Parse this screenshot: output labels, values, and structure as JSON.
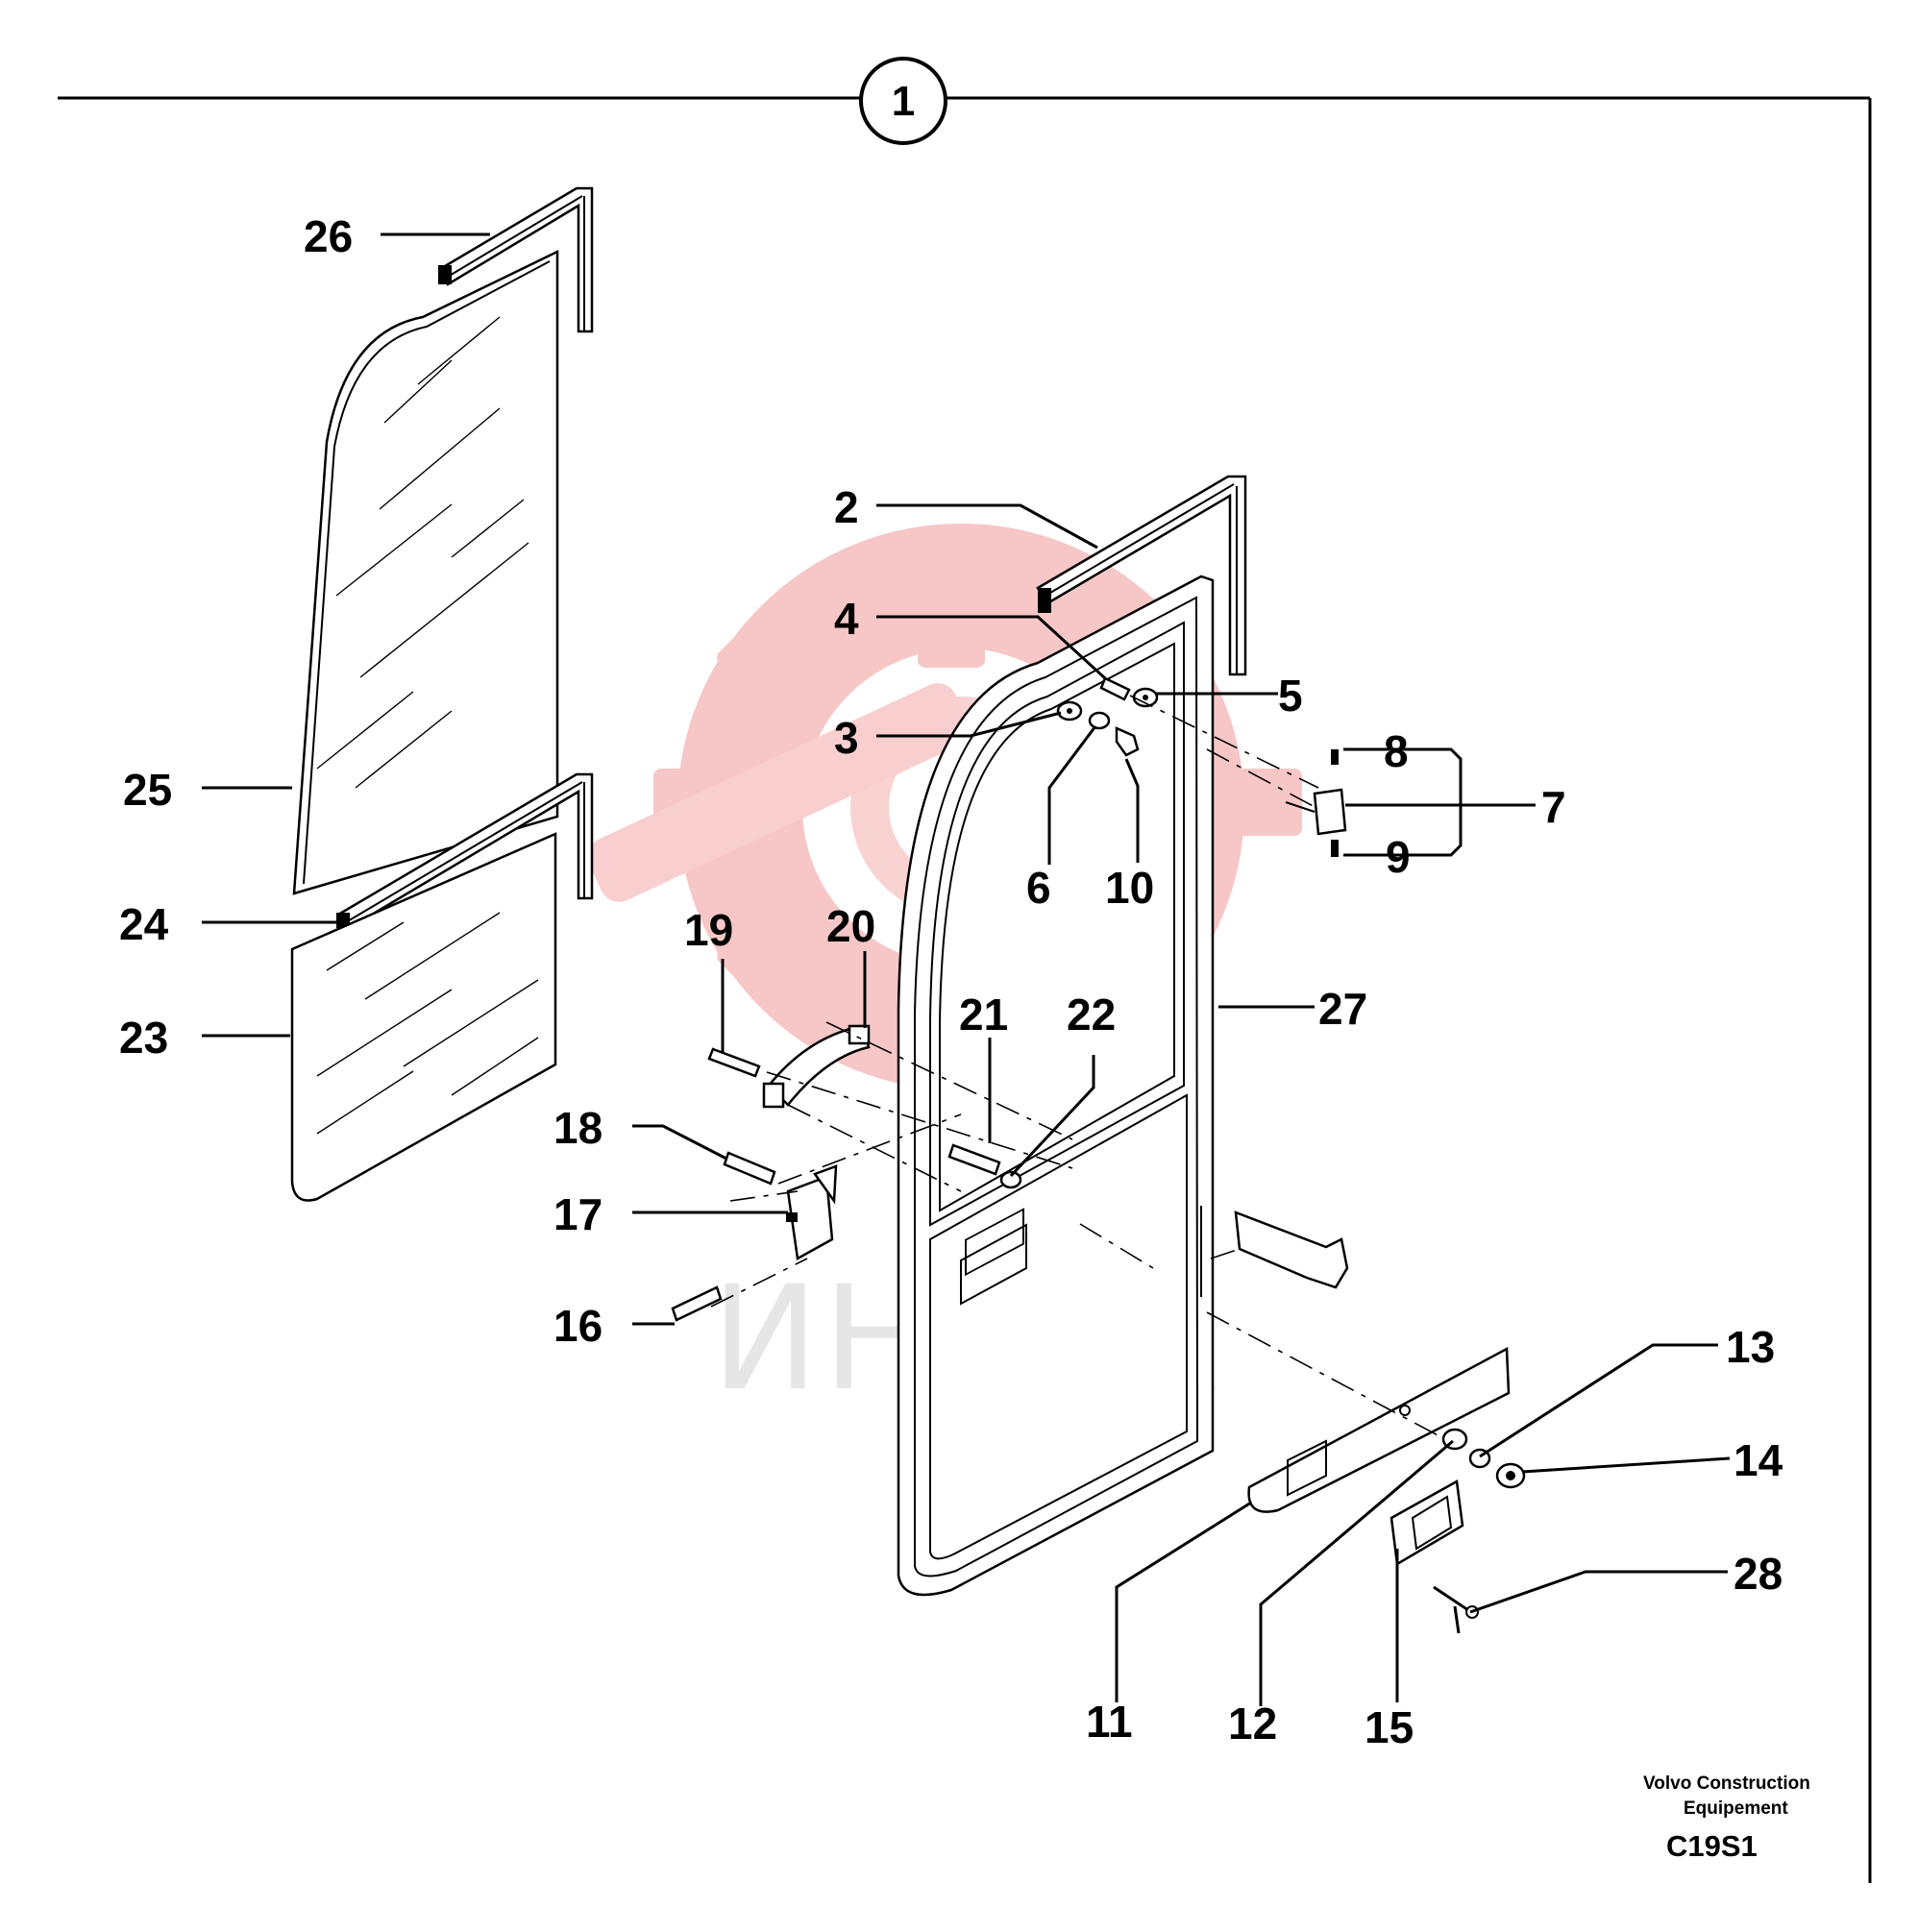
{
  "assembly": {
    "number": "1"
  },
  "watermark": {
    "text": "ИНТЕХ",
    "gear_color": "#f6b8b8"
  },
  "callouts": {
    "c2": "2",
    "c3": "3",
    "c4": "4",
    "c5": "5",
    "c6": "6",
    "c7": "7",
    "c8": "8",
    "c9": "9",
    "c10": "10",
    "c11": "11",
    "c12": "12",
    "c13": "13",
    "c14": "14",
    "c15": "15",
    "c16": "16",
    "c17": "17",
    "c18": "18",
    "c19": "19",
    "c20": "20",
    "c21": "21",
    "c22": "22",
    "c23": "23",
    "c24": "24",
    "c25": "25",
    "c26": "26",
    "c27": "27",
    "c28": "28"
  },
  "footer": {
    "company_line1": "Volvo Construction",
    "company_line2": "Equipement",
    "code": "C19S1"
  }
}
